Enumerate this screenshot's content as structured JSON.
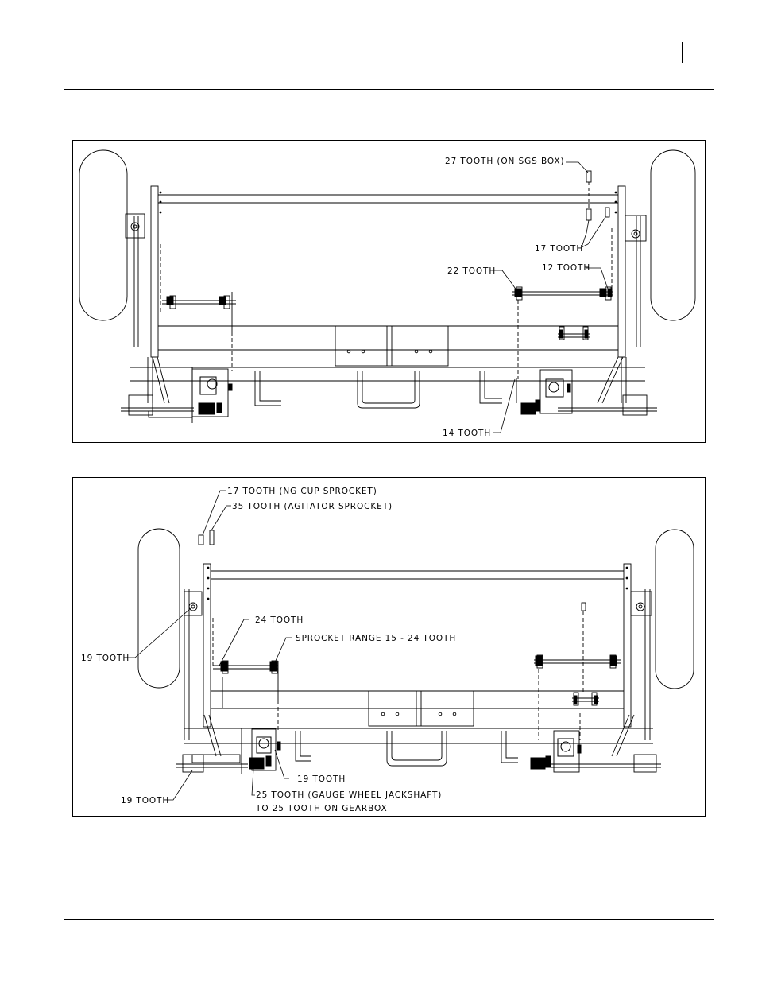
{
  "diagram1": {
    "labels": {
      "sgs_box": "27 TOOTH (ON SGS BOX)",
      "t17": "17 TOOTH",
      "t22": "22 TOOTH",
      "t12": "12 TOOTH",
      "t14": "14 TOOTH"
    }
  },
  "diagram2": {
    "labels": {
      "ng_cup": "17 TOOTH (NG CUP SPROCKET)",
      "agitator": "35 TOOTH (AGITATOR SPROCKET)",
      "t24": "24 TOOTH",
      "range": "SPROCKET RANGE 15 - 24 TOOTH",
      "t19_left": "19 TOOTH",
      "t19_mid": "19 TOOTH",
      "t19_bottom": "19 TOOTH",
      "gauge_1": "25 TOOTH (GAUGE WHEEL JACKSHAFT)",
      "gauge_2": "TO 25 TOOTH ON GEARBOX"
    }
  }
}
